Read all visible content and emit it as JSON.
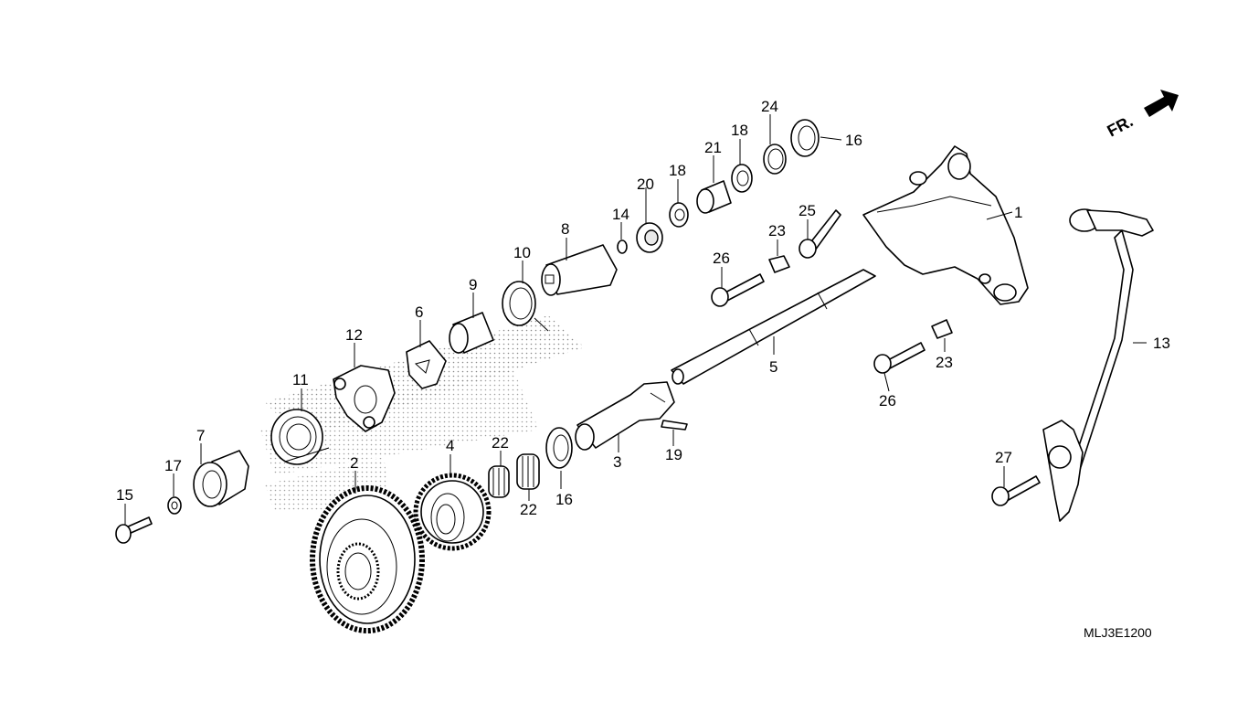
{
  "diagram": {
    "fr_label": "FR.",
    "code": "MLJ3E1200",
    "callouts": [
      "1",
      "2",
      "3",
      "4",
      "5",
      "6",
      "7",
      "8",
      "9",
      "10",
      "11",
      "12",
      "13",
      "14",
      "15",
      "16",
      "16",
      "17",
      "18",
      "18",
      "19",
      "20",
      "21",
      "22",
      "22",
      "23",
      "23",
      "24",
      "25",
      "26",
      "26",
      "27"
    ]
  }
}
